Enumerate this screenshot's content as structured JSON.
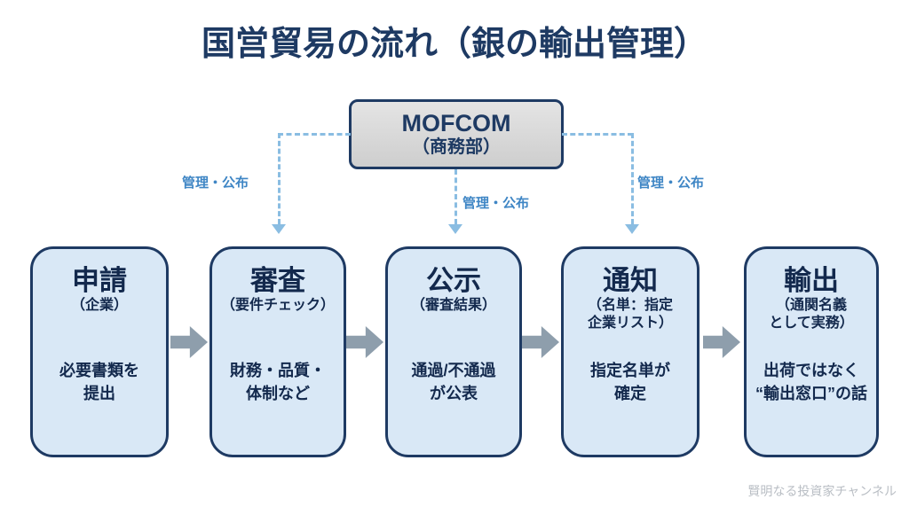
{
  "title": "国営貿易の流れ（銀の輸出管理）",
  "mofcom": {
    "name": "MOFCOM",
    "subtitle": "（商務部）"
  },
  "manage_labels": {
    "left": "管理・公布",
    "center": "管理・公布",
    "right": "管理・公布"
  },
  "steps": [
    {
      "heading": "申請",
      "sub": "（企業）",
      "body": "必要書類を\n提出"
    },
    {
      "heading": "審査",
      "sub": "（要件チェック）",
      "body": "財務・品質・\n体制など"
    },
    {
      "heading": "公示",
      "sub": "（審査結果）",
      "body": "通過/不通過\nが公表"
    },
    {
      "heading": "通知",
      "sub": "（名単：指定\n企業リスト）",
      "body": "指定名単が\n確定"
    },
    {
      "heading": "輸出",
      "sub": "（通関名義\nとして実務）",
      "body": "出荷ではなく\n“輸出窓口”の話"
    }
  ],
  "watermark": "賢明なる投資家チャンネル",
  "colors": {
    "navy": "#1e3a63",
    "box_fill": "#d9e8f6",
    "dashed_blue": "#8abde2",
    "label_blue": "#3f86c5",
    "arrow_gray": "#8e9eac"
  }
}
